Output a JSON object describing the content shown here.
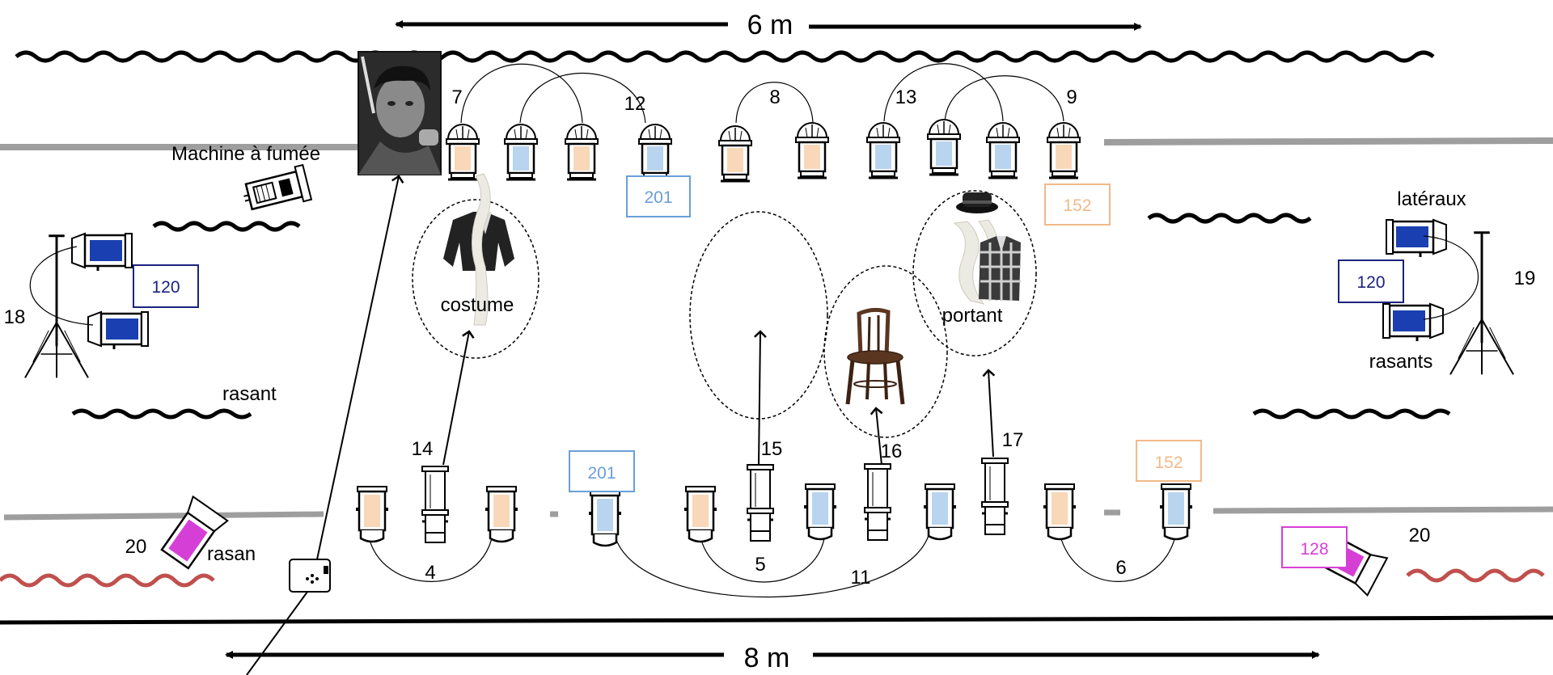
{
  "dimensions": {
    "top_width": "6 m",
    "bottom_width": "8 m"
  },
  "labels": {
    "smoke_machine": "Machine à fumée",
    "costume": "costume",
    "portant": "portant",
    "rasant_left": "rasant",
    "rasan_bottom": "rasan",
    "lateraux": "latéraux",
    "rasants": "rasants"
  },
  "circuits": {
    "c7": "7",
    "c12": "12",
    "c8": "8",
    "c13": "13",
    "c9": "9",
    "c18": "18",
    "c19": "19",
    "c14": "14",
    "c15": "15",
    "c16": "16",
    "c17": "17",
    "c4": "4",
    "c5": "5",
    "c11": "11",
    "c6": "6",
    "c20_left": "20",
    "c20_right": "20"
  },
  "gels": {
    "g201_top": "201",
    "g152_top": "152",
    "g120_left": "120",
    "g120_right": "120",
    "g201_bottom": "201",
    "g152_bottom": "152",
    "g128": "128"
  },
  "colors": {
    "gel_201": "#6a9fd8",
    "gel_152": "#f2b98a",
    "gel_120": "#1a237e",
    "gel_128": "#d63fd6",
    "curtain_red": "#c0504d",
    "bar_grey": "#9e9e9e"
  },
  "icons": {
    "photo": "portrait-photo-icon",
    "smoke": "smoke-machine-icon",
    "jacket": "jacket-icon",
    "coat": "plaid-coat-icon",
    "hat": "hat-icon",
    "chair": "chair-icon",
    "stand": "light-stand-icon",
    "projector": "projector-icon",
    "ellipsoid": "ellipsoidal-spotlight-icon"
  }
}
